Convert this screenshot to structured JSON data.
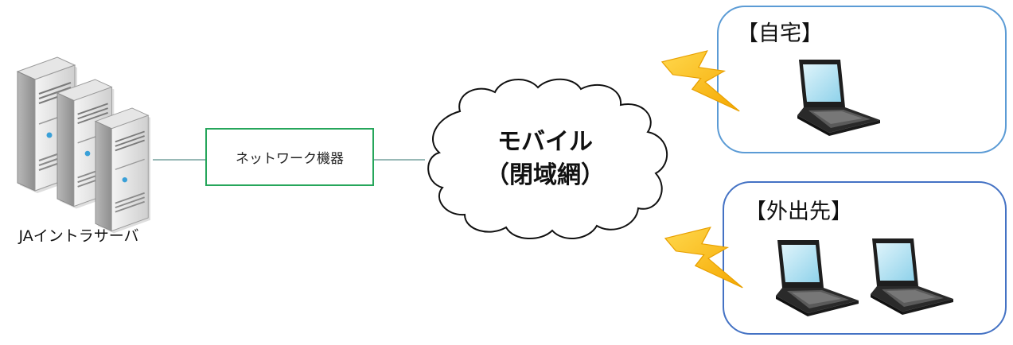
{
  "server": {
    "label": "JAイントラサーバ",
    "icon": "server-cluster-icon"
  },
  "network_device": {
    "label": "ネットワーク機器",
    "border_color": "#26a65b"
  },
  "cloud": {
    "line1": "モバイル",
    "line2": "（閉域網）"
  },
  "locations": [
    {
      "title": "【自宅】",
      "laptops": 1,
      "border_color": "#5b9bd5"
    },
    {
      "title": "【外出先】",
      "laptops": 2,
      "border_color": "#4472c4"
    }
  ],
  "colors": {
    "connector": "#5b8f8a",
    "lightning": "#ffc000",
    "lightning_edge": "#e8a000"
  }
}
